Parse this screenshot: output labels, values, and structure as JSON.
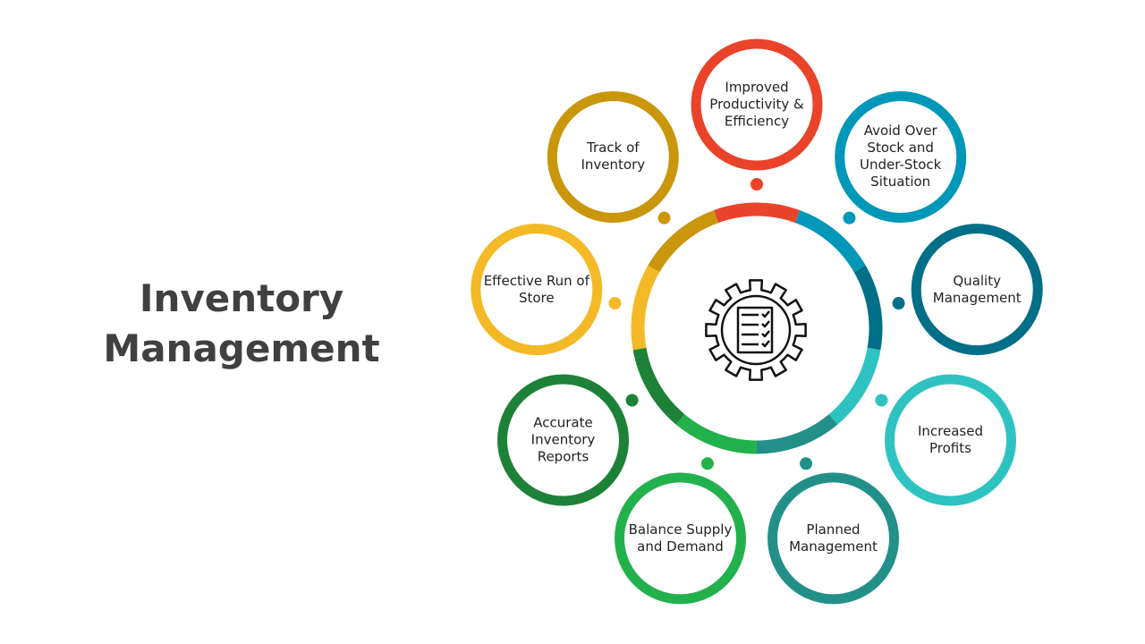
{
  "title": {
    "line1": "Inventory",
    "line2": "Management"
  },
  "center_icon": "gear-checklist-icon",
  "items": [
    {
      "label": "Improved Productivity & Efficiency",
      "color": "#E9432A"
    },
    {
      "label": "Avoid Over Stock and Under-Stock Situation",
      "color": "#0097B9"
    },
    {
      "label": "Quality Management",
      "color": "#006F87"
    },
    {
      "label": "Increased Profits",
      "color": "#2EC3C0"
    },
    {
      "label": "Planned Management",
      "color": "#229089"
    },
    {
      "label": "Balance Supply and Demand",
      "color": "#22B14C"
    },
    {
      "label": "Accurate Inventory Reports",
      "color": "#1D8237"
    },
    {
      "label": "Effective Run of Store",
      "color": "#F4B926"
    },
    {
      "label": "Track of Inventory",
      "color": "#C9960C"
    }
  ]
}
